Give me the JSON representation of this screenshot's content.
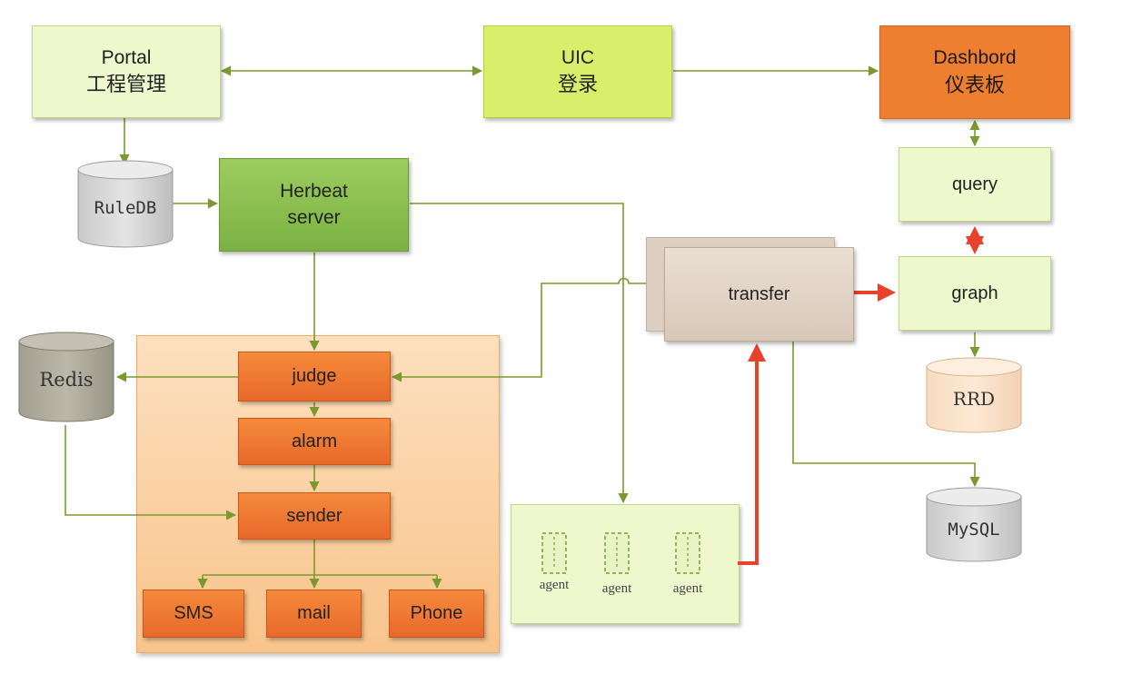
{
  "portal": {
    "label": "Portal",
    "sub": "工程管理"
  },
  "uic": {
    "label": "UIC",
    "sub": "登录"
  },
  "dashbord": {
    "label": "Dashbord",
    "sub": "仪表板"
  },
  "query": {
    "label": "query"
  },
  "graph": {
    "label": "graph"
  },
  "rrd": {
    "label": "RRD"
  },
  "ruledb": {
    "label": "RuleDB"
  },
  "herbeat": {
    "line1": "Herbeat",
    "line2": "server"
  },
  "transfer": {
    "label": "transfer"
  },
  "redis": {
    "label": "Redis"
  },
  "mysql": {
    "label": "MySQL"
  },
  "judge": {
    "label": "judge"
  },
  "alarm": {
    "label": "alarm"
  },
  "sender": {
    "label": "sender"
  },
  "sms": {
    "label": "SMS"
  },
  "mail": {
    "label": "mail"
  },
  "phone": {
    "label": "Phone"
  },
  "agents": [
    "agent",
    "agent",
    "agent"
  ],
  "colors": {
    "connector": "#7a9a2f",
    "highlight_arrow": "#e8412c",
    "dashbord_fill": "#ee7f31",
    "uic_fill": "#d9ef6b",
    "herbeat_fill": "#8cc152"
  }
}
